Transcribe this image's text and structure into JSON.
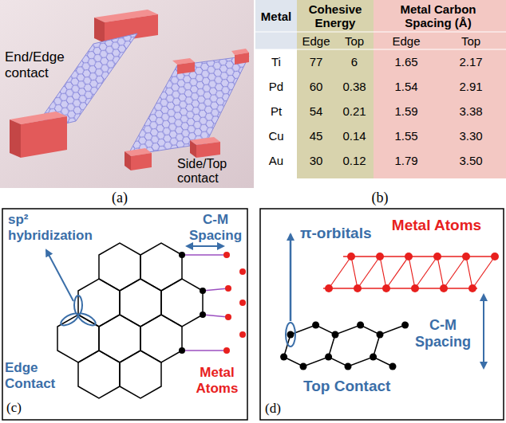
{
  "diagram": {
    "labels": [
      "End/Edge contact",
      "Side/Top contact",
      "(a)",
      "Metal",
      "Cohesive Energy",
      "Metal Carbon Spacing (Å)",
      "Edge",
      "Top",
      "Edge",
      "Top",
      "Ti",
      "77",
      "6",
      "1.65",
      "2.17",
      "Pd",
      "60",
      "0.38",
      "1.54",
      "2.91",
      "Pt",
      "54",
      "0.21",
      "1.59",
      "3.38",
      "Cu",
      "45",
      "0.14",
      "1.55",
      "3.30",
      "Au",
      "30",
      "0.12",
      "1.79",
      "3.50",
      "(b)",
      "sp² hybridization",
      "C-M Spacing",
      "Edge Contact",
      "Metal Atoms",
      "(c)",
      "π-orbitals",
      "Metal Atoms",
      "C-M Spacing",
      "Top Contact",
      "(d)"
    ]
  }
}
